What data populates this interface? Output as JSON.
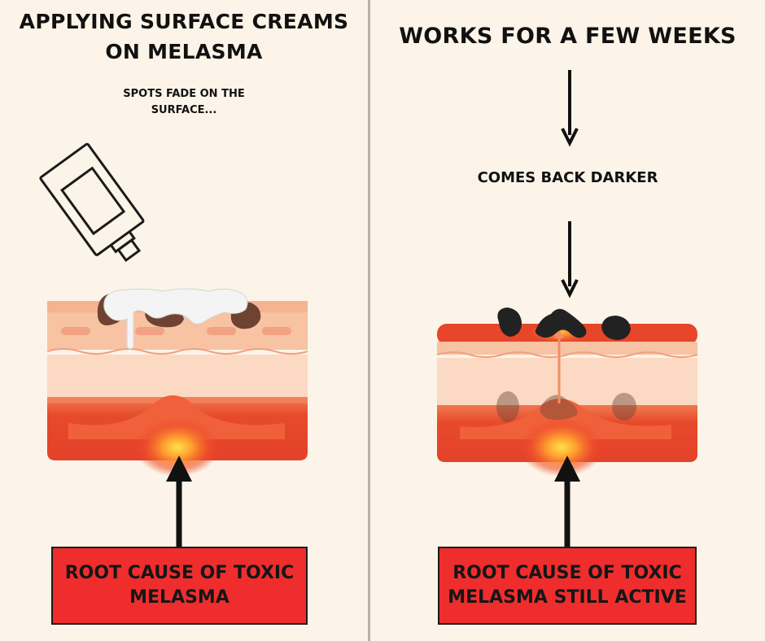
{
  "left_panel": {
    "title": "APPLYING SURFACE CREAMS ON MELASMA",
    "subtitle": "SPOTS FADE ON THE SURFACE...",
    "cause_box": "ROOT CAUSE OF TOXIC MELASMA"
  },
  "right_panel": {
    "title": "WORKS FOR A FEW WEEKS",
    "middle_text": "COMES BACK DARKER",
    "cause_box": "ROOT CAUSE OF TOXIC MELASMA STILL ACTIVE"
  },
  "colors": {
    "background": "#fcf4e8",
    "divider": "#b9b0a7",
    "skin_top": "#f7c3a2",
    "skin_mid": "#fbd9c2",
    "inflamed_layer": "#e8462a",
    "hot_spot": "#ffd13a",
    "cause_box": "#ef2d2d",
    "cream": "#f2f2f2",
    "melasma_spot_light": "#6f4331",
    "melasma_spot_dark": "#222222"
  },
  "icons": {
    "tube": "cream-tube-icon",
    "arrow_up": "up-arrow-icon",
    "arrow_down": "down-arrow-icon"
  }
}
